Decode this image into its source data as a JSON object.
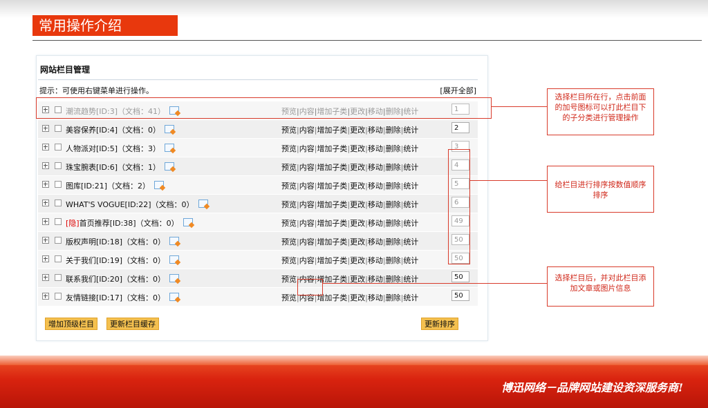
{
  "slide": {
    "title": "常用操作介绍",
    "slogan": "博迅网络－品牌网站建设资深服务商!"
  },
  "panel": {
    "heading": "网站栏目管理",
    "tip": "提示：可使用右键菜单进行操作。",
    "expand_all": "[展开全部]"
  },
  "actions": [
    "预览",
    "内容",
    "增加子类",
    "更改",
    "移动",
    "删除",
    "统计"
  ],
  "rows": [
    {
      "prefix": "",
      "name": "潮流趋势[ID:3]（文档：41）",
      "order": "1"
    },
    {
      "prefix": "",
      "name": "美容保养[ID:4]（文档：0）",
      "order": "2"
    },
    {
      "prefix": "",
      "name": "人物派对[ID:5]（文档：3）",
      "order": "3"
    },
    {
      "prefix": "",
      "name": "珠宝腕表[ID:6]（文档：1）",
      "order": "4"
    },
    {
      "prefix": "",
      "name": "图库[ID:21]（文档：2）",
      "order": "5"
    },
    {
      "prefix": "",
      "name": "WHAT'S VOGUE[ID:22]（文档：0）",
      "order": "6"
    },
    {
      "prefix": "[隐]",
      "name": "首页推荐[ID:38]（文档：0）",
      "order": "49"
    },
    {
      "prefix": "",
      "name": "版权声明[ID:18]（文档：0）",
      "order": "50"
    },
    {
      "prefix": "",
      "name": "关于我们[ID:19]（文档：0）",
      "order": "50"
    },
    {
      "prefix": "",
      "name": "联系我们[ID:20]（文档：0）",
      "order": "50"
    },
    {
      "prefix": "",
      "name": "友情链接[ID:17]（文档：0）",
      "order": "50"
    }
  ],
  "buttons": {
    "add_top": "增加顶级栏目",
    "refresh_cache": "更新栏目缓存",
    "update_sort": "更新排序"
  },
  "callouts": {
    "expand_tip": "选择栏目所在行，点击前面的加号图标可以打此栏目下的子分类进行管理操作",
    "sort_tip": "给栏目进行排序按数值顺序排序",
    "content_tip": "选择栏目后，并对此栏目添加文章或图片信息"
  },
  "colors": {
    "accent": "#e8380d",
    "button": "#f4c04f",
    "annotation": "#d83a2a"
  }
}
